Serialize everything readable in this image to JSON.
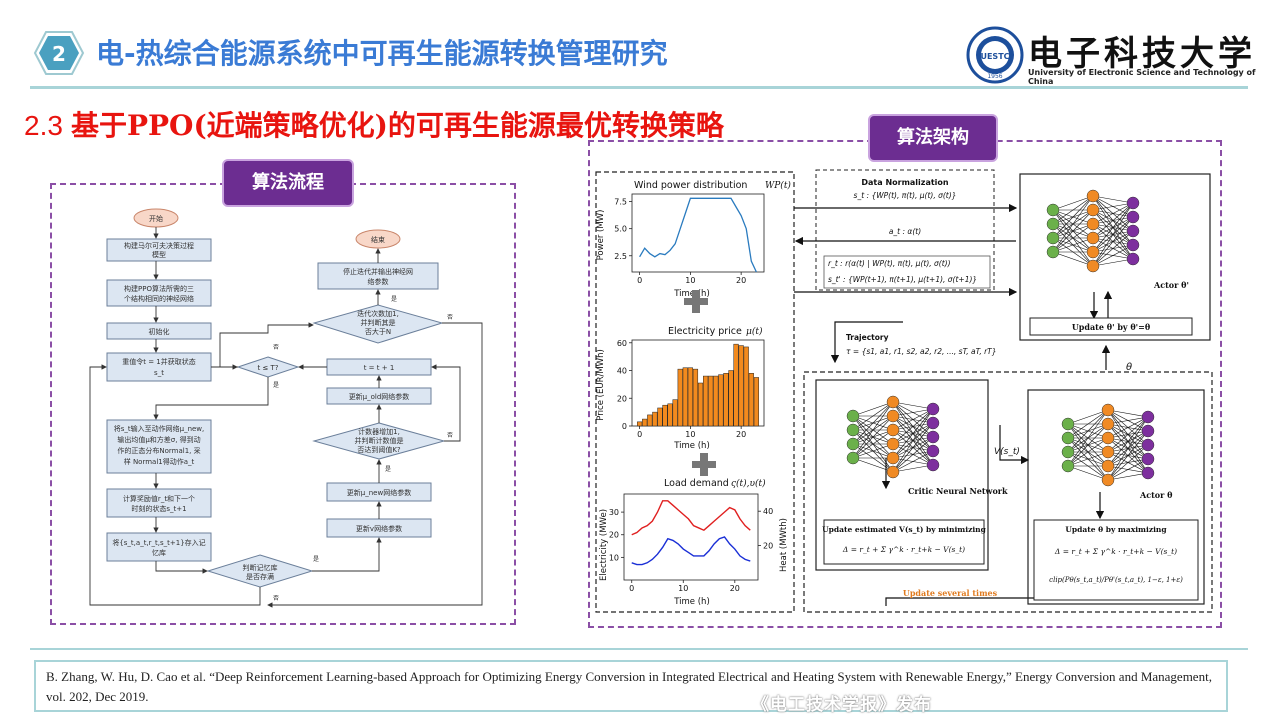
{
  "header": {
    "badge_number": "2",
    "title": "电-热综合能源系统中可再生能源转换管理研究",
    "logo_text_cn": "电子科技大学",
    "logo_text_en": "University of Electronic Science and Technology of China",
    "logo_seal_text": "UESTC",
    "logo_seal_year": "1956"
  },
  "section": {
    "number": "2.3",
    "title": "基于PPO(近端策略优化)的可再生能源最优转换策略"
  },
  "left_panel": {
    "pill_label": "算法流程",
    "flow": {
      "start": "开始",
      "end": "结束",
      "step1": [
        "构建马尔可夫决策过程",
        "模型"
      ],
      "step2": [
        "构建PPO算法所需的三",
        "个结构相同的神经网络"
      ],
      "step3": "初始化",
      "step4": [
        "重值令t = 1并获取状态",
        "s_t"
      ],
      "step5": [
        "将s_t输入至动作网络μ_new,",
        "输出均值μ和方差σ, 得到动",
        "作的正态分布Normal1, 采",
        "样 Normal1得动作a_t"
      ],
      "step6": [
        "计算奖励值r_t和下一个",
        "时刻的状态s_t+1"
      ],
      "step7": [
        "将{s_t,a_t,r_t,s_t+1}存入记",
        "忆库"
      ],
      "decision_memory": [
        "判断记忆库",
        "是否存满"
      ],
      "decision_t": "t ≤ T?",
      "step_tplus": "t = t + 1",
      "update_old": "更新μ_old网络参数",
      "decision_count": [
        "计数器增加1,",
        "并判断计数值是",
        "否达到阈值K?"
      ],
      "update_new": "更新μ_new网络参数",
      "update_v": "更新v网络参数",
      "decision_iter": [
        "迭代次数加1,",
        "并判断其是",
        "否大于N"
      ],
      "stop": [
        "停止迭代并输出神经网",
        "络参数"
      ],
      "yes": "是",
      "no": "否"
    }
  },
  "right_panel": {
    "pill_label": "算法架构",
    "wind_title": "Wind power distribution",
    "wind_math": "WP(t)",
    "wind_ylabel": "Power (MW)",
    "price_title": "Electricity price",
    "price_math": "μ(t)",
    "price_ylabel": "Price (EUR/MWh)",
    "load_title": "Load demand",
    "load_math": "ς(t),υ(t)",
    "load_ylabel_left": "Electricity (MWe)",
    "load_ylabel_right": "Heat (MWth)",
    "xlabel": "Time (h)",
    "data_norm_title": "Data Normalization",
    "data_norm_eq": "s_t : {WP(t), π(t), μ(t), σ(t)}",
    "action_eq": "a_t : α(t)",
    "reward_eq": "r_t : r(α(t) | WP(t), π(t), μ(t), σ(t))",
    "next_state_eq": "s_t' : {WP(t+1), π(t+1), μ(t+1), σ(t+1)}",
    "actor_label": "Actor θ'",
    "update_actor_prime": "Update θ' by θ'=θ",
    "trajectory_title": "Trajectory",
    "trajectory_eq": "τ = {s1, a1, r1, s2, a2, r2, ..., sT, aT, rT}",
    "theta_label": "θ",
    "v_label": "V(s_t)",
    "critic_label": "Critic Neural Network",
    "critic_update_title": "Update estimated V(s_t) by minimizing",
    "critic_update_eq": "Δ = r_t + Σ γ^k · r_t+k − V(s_t)",
    "actor2_label": "Actor θ",
    "actor_update_title": "Update θ by maximizing",
    "actor_update_eq1": "Δ = r_t + Σ γ^k · r_t+k − V(s_t)",
    "actor_update_eq2": "clip(Pθ(s_t,a_t)/Pθ'(s_t,a_t), 1−ε, 1+ε)",
    "update_several": "Update several times"
  },
  "chart_data": [
    {
      "type": "line",
      "title": "Wind power distribution WP(t)",
      "xlabel": "Time (h)",
      "ylabel": "Power (MW)",
      "x": [
        0,
        1,
        2,
        3,
        4,
        5,
        6,
        7,
        8,
        9,
        10,
        11,
        12,
        13,
        14,
        15,
        16,
        17,
        18,
        19,
        20,
        21,
        22,
        23
      ],
      "values": [
        2.4,
        3.2,
        2.7,
        2.4,
        2.7,
        2.6,
        3.0,
        3.6,
        5.0,
        6.4,
        7.8,
        7.8,
        7.8,
        7.8,
        7.8,
        7.8,
        7.8,
        7.8,
        7.8,
        7.0,
        6.2,
        5.0,
        2.0,
        1.0
      ],
      "xticks": [
        0,
        10,
        20
      ],
      "yticks": [
        2.5,
        5.0,
        7.5
      ],
      "ylim": [
        1.0,
        8.2
      ]
    },
    {
      "type": "bar",
      "title": "Electricity price μ(t)",
      "xlabel": "Time (h)",
      "ylabel": "Price (EUR/MWh)",
      "x": [
        0,
        1,
        2,
        3,
        4,
        5,
        6,
        7,
        8,
        9,
        10,
        11,
        12,
        13,
        14,
        15,
        16,
        17,
        18,
        19,
        20,
        21,
        22,
        23
      ],
      "values": [
        3,
        5,
        8,
        10,
        13,
        15,
        16,
        19,
        41,
        42,
        42,
        41,
        31,
        36,
        36,
        36,
        37,
        38,
        40,
        59,
        58,
        57,
        38,
        35
      ],
      "xticks": [
        0,
        10,
        20
      ],
      "yticks": [
        0,
        20,
        40,
        60
      ],
      "ylim": [
        0,
        62
      ],
      "color": "#f28a1e"
    },
    {
      "type": "line",
      "title": "Load demand ς(t),υ(t)",
      "xlabel": "Time (h)",
      "ylabel": "Electricity (MWe)",
      "y2label": "Heat (MWth)",
      "x": [
        0,
        1,
        2,
        3,
        4,
        5,
        6,
        7,
        8,
        9,
        10,
        11,
        12,
        13,
        14,
        15,
        16,
        17,
        18,
        19,
        20,
        21,
        22,
        23
      ],
      "series": [
        {
          "axis": "left",
          "color": "#e02020",
          "values": [
            20,
            21,
            23,
            24,
            26,
            30,
            35,
            35,
            33,
            31,
            29,
            27,
            24,
            23,
            22,
            24,
            26,
            28,
            30,
            32,
            31,
            27,
            24,
            22
          ]
        },
        {
          "axis": "right",
          "color": "#1a2fd6",
          "values": [
            10,
            9,
            9,
            10,
            12,
            15,
            19,
            24,
            23,
            21,
            18,
            16,
            14,
            14,
            14,
            17,
            21,
            24,
            25,
            21,
            18,
            14,
            12,
            11
          ]
        }
      ],
      "xticks": [
        0,
        10,
        20
      ],
      "yticks_left": [
        10,
        20,
        30
      ],
      "yticks_right": [
        20,
        40
      ],
      "ylim_left": [
        0,
        38
      ],
      "ylim_right": [
        0,
        50
      ]
    }
  ],
  "reference": {
    "text": "B. Zhang, W. Hu, D. Cao et al. “Deep Reinforcement Learning-based Approach for Optimizing Energy Conversion in Integrated Electrical and Heating System with Renewable Energy,” Energy Conversion and Management, vol. 202, Dec 2019."
  },
  "watermark": "《电工技术学报》发布"
}
